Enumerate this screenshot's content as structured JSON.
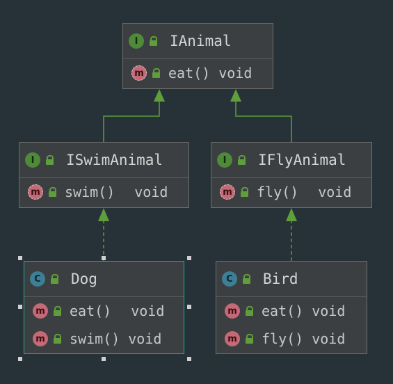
{
  "nodes": {
    "ianimal": {
      "kind_letter": "I",
      "name": "IAnimal",
      "methods": [
        {
          "badge": "m",
          "name": "eat()",
          "type": "void"
        }
      ]
    },
    "iswimanimal": {
      "kind_letter": "I",
      "name": "ISwimAnimal",
      "methods": [
        {
          "badge": "m",
          "name": "swim()",
          "type": "void"
        }
      ]
    },
    "iflyanimal": {
      "kind_letter": "I",
      "name": "IFlyAnimal",
      "methods": [
        {
          "badge": "m",
          "name": "fly()",
          "type": "void"
        }
      ]
    },
    "dog": {
      "kind_letter": "C",
      "name": "Dog",
      "methods": [
        {
          "badge": "m",
          "name": "eat()",
          "type": "void"
        },
        {
          "badge": "m",
          "name": "swim()",
          "type": "void"
        }
      ]
    },
    "bird": {
      "kind_letter": "C",
      "name": "Bird",
      "methods": [
        {
          "badge": "m",
          "name": "eat()",
          "type": "void"
        },
        {
          "badge": "m",
          "name": "fly()",
          "type": "void"
        }
      ]
    }
  },
  "colors": {
    "background": "#263238",
    "node_fill": "#3c3f41",
    "edge": "#5f9e3a",
    "selection": "#26a69a"
  },
  "icons": {
    "interface": "interface-badge-icon",
    "class": "class-badge-icon",
    "method": "method-badge-icon",
    "visibility": "public-lock-icon"
  }
}
